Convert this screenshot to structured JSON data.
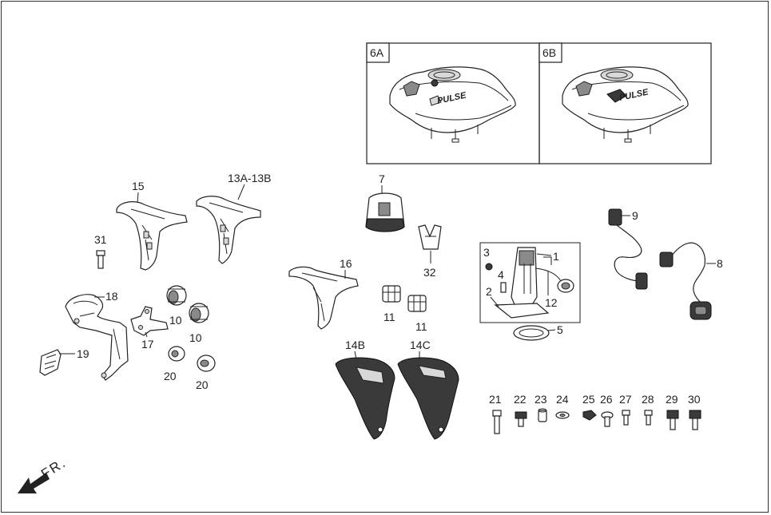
{
  "parts": {
    "p1": "1",
    "p2": "2",
    "p3": "3",
    "p4": "4",
    "p5": "5",
    "p7": "7",
    "p8": "8",
    "p9": "9",
    "p10a": "10",
    "p10b": "10",
    "p11a": "11",
    "p11b": "11",
    "p12": "12",
    "p13": "13A-13B",
    "p14b": "14B",
    "p14c": "14C",
    "p15": "15",
    "p16": "16",
    "p17": "17",
    "p18": "18",
    "p19": "19",
    "p20a": "20",
    "p20b": "20",
    "p21": "21",
    "p22": "22",
    "p23": "23",
    "p24": "24",
    "p25": "25",
    "p26": "26",
    "p27": "27",
    "p28": "28",
    "p29": "29",
    "p30": "30",
    "p31": "31",
    "p32": "32"
  },
  "variants": {
    "v6a": "6A",
    "v6b": "6B"
  },
  "tank_logo": {
    "text": "PULSE"
  },
  "direction": {
    "text": "FR."
  }
}
